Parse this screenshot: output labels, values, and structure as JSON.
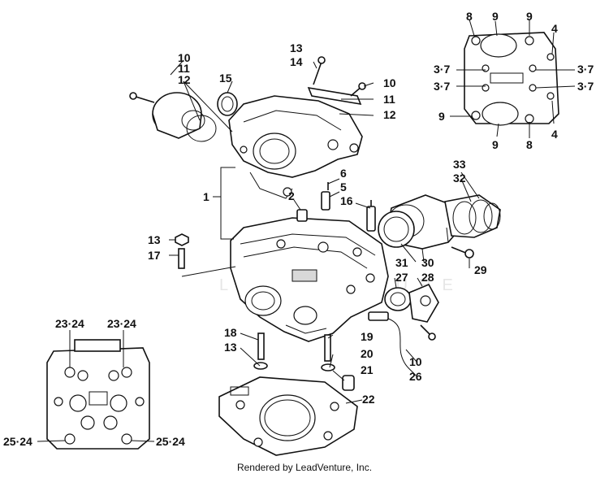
{
  "credit": "Rendered by LeadVenture, Inc.",
  "watermark": "LEADVENTURE",
  "callouts": [
    {
      "id": "c10a",
      "text": "10"
    },
    {
      "id": "c11a",
      "text": "11"
    },
    {
      "id": "c12a",
      "text": "12"
    },
    {
      "id": "c15",
      "text": "15"
    },
    {
      "id": "c13a",
      "text": "13"
    },
    {
      "id": "c14",
      "text": "14"
    },
    {
      "id": "c10b",
      "text": "10"
    },
    {
      "id": "c11b",
      "text": "11"
    },
    {
      "id": "c12b",
      "text": "12"
    },
    {
      "id": "c6",
      "text": "6"
    },
    {
      "id": "c5",
      "text": "5"
    },
    {
      "id": "c2",
      "text": "2"
    },
    {
      "id": "c16",
      "text": "16"
    },
    {
      "id": "c1",
      "text": "1"
    },
    {
      "id": "c33",
      "text": "33"
    },
    {
      "id": "c32",
      "text": "32"
    },
    {
      "id": "c13b",
      "text": "13"
    },
    {
      "id": "c17",
      "text": "17"
    },
    {
      "id": "c31",
      "text": "31"
    },
    {
      "id": "c30",
      "text": "30"
    },
    {
      "id": "c29",
      "text": "29"
    },
    {
      "id": "c27",
      "text": "27"
    },
    {
      "id": "c28",
      "text": "28"
    },
    {
      "id": "c18",
      "text": "18"
    },
    {
      "id": "c13c",
      "text": "13"
    },
    {
      "id": "c19",
      "text": "19"
    },
    {
      "id": "c20",
      "text": "20"
    },
    {
      "id": "c21",
      "text": "21"
    },
    {
      "id": "c10c",
      "text": "10"
    },
    {
      "id": "c26",
      "text": "26"
    },
    {
      "id": "c22",
      "text": "22"
    },
    {
      "id": "c8a",
      "text": "8"
    },
    {
      "id": "c9a",
      "text": "9"
    },
    {
      "id": "c9b",
      "text": "9"
    },
    {
      "id": "c4a",
      "text": "4"
    },
    {
      "id": "c37a",
      "text": "3·7"
    },
    {
      "id": "c37b",
      "text": "3·7"
    },
    {
      "id": "c37c",
      "text": "3·7"
    },
    {
      "id": "c37d",
      "text": "3·7"
    },
    {
      "id": "c9c",
      "text": "9"
    },
    {
      "id": "c9d",
      "text": "9"
    },
    {
      "id": "c8b",
      "text": "8"
    },
    {
      "id": "c4b",
      "text": "4"
    },
    {
      "id": "c2324a",
      "text": "23·24"
    },
    {
      "id": "c2324b",
      "text": "23·24"
    },
    {
      "id": "c2524a",
      "text": "25·24"
    },
    {
      "id": "c2524b",
      "text": "25·24"
    }
  ]
}
